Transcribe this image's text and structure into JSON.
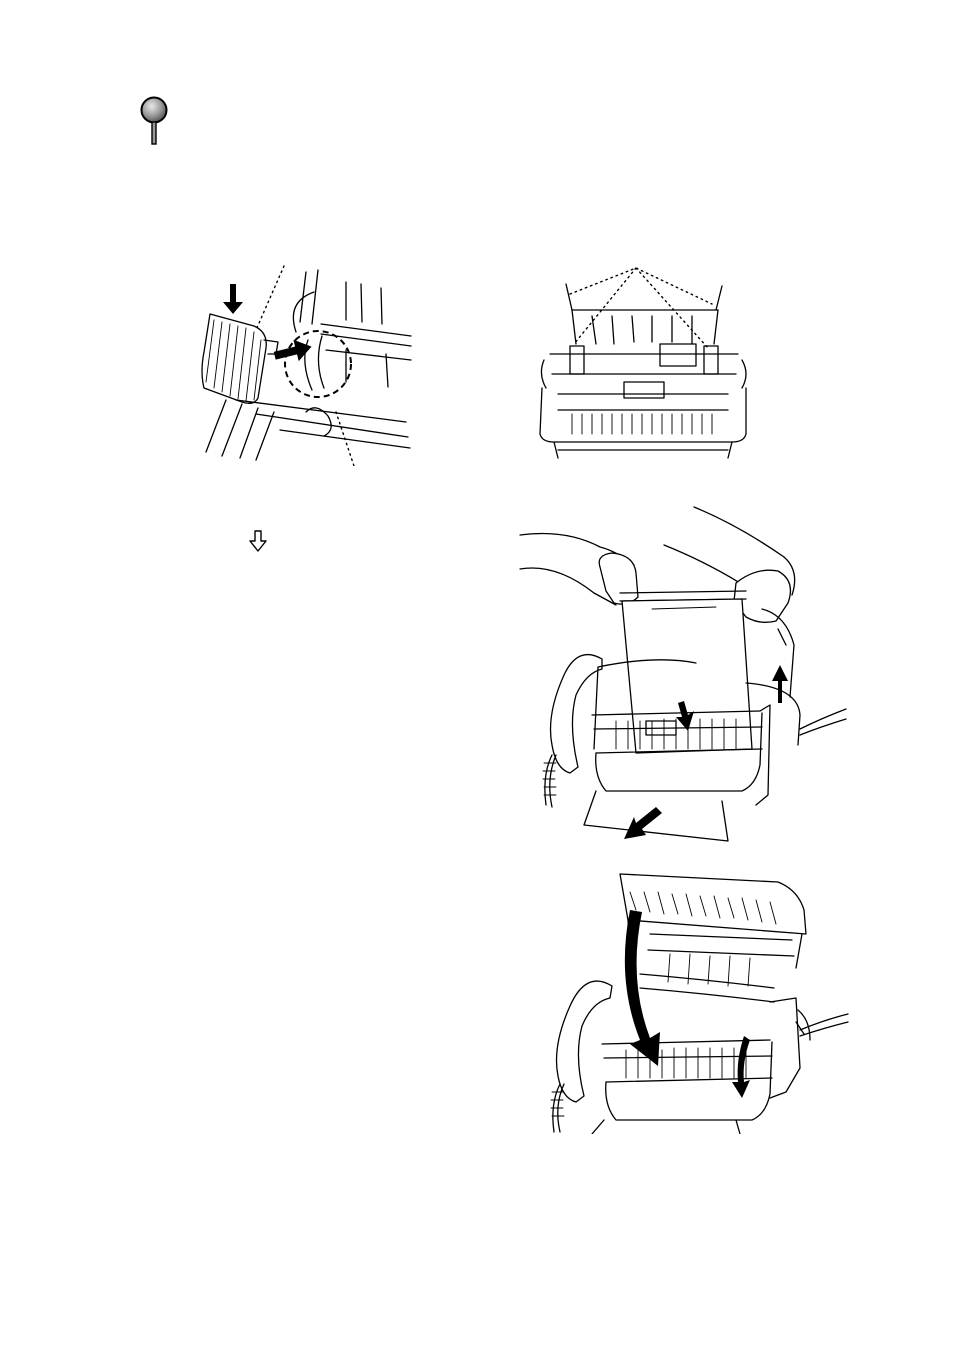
{
  "icons": {
    "note": "magnifier-icon",
    "step_arrow": "down-arrow-icon"
  },
  "figures": [
    {
      "name": "figure-insert-spool-holder",
      "depicts": "spool-holder-insertion"
    },
    {
      "name": "figure-ribbon-front-view",
      "depicts": "ribbon-path-front-view"
    },
    {
      "name": "figure-hands-pulling-ribbon",
      "depicts": "ribbon-tensioning"
    },
    {
      "name": "figure-closing-top-cover",
      "depicts": "closing-cover"
    }
  ]
}
